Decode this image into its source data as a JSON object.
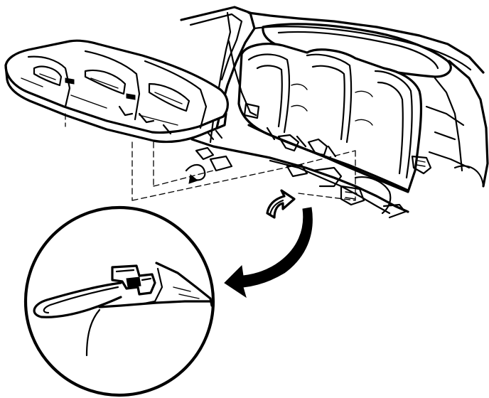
{
  "diagram": {
    "ink_color": "#000000",
    "paper_color": "#ffffff",
    "components": [
      "seat-cushion",
      "rear-seatback",
      "rear-package-shelf",
      "seat-belt-buckles",
      "floor-pan",
      "cushion-retainer-wire",
      "detail-magnifier",
      "callout-arrow",
      "direction-arrow"
    ]
  }
}
